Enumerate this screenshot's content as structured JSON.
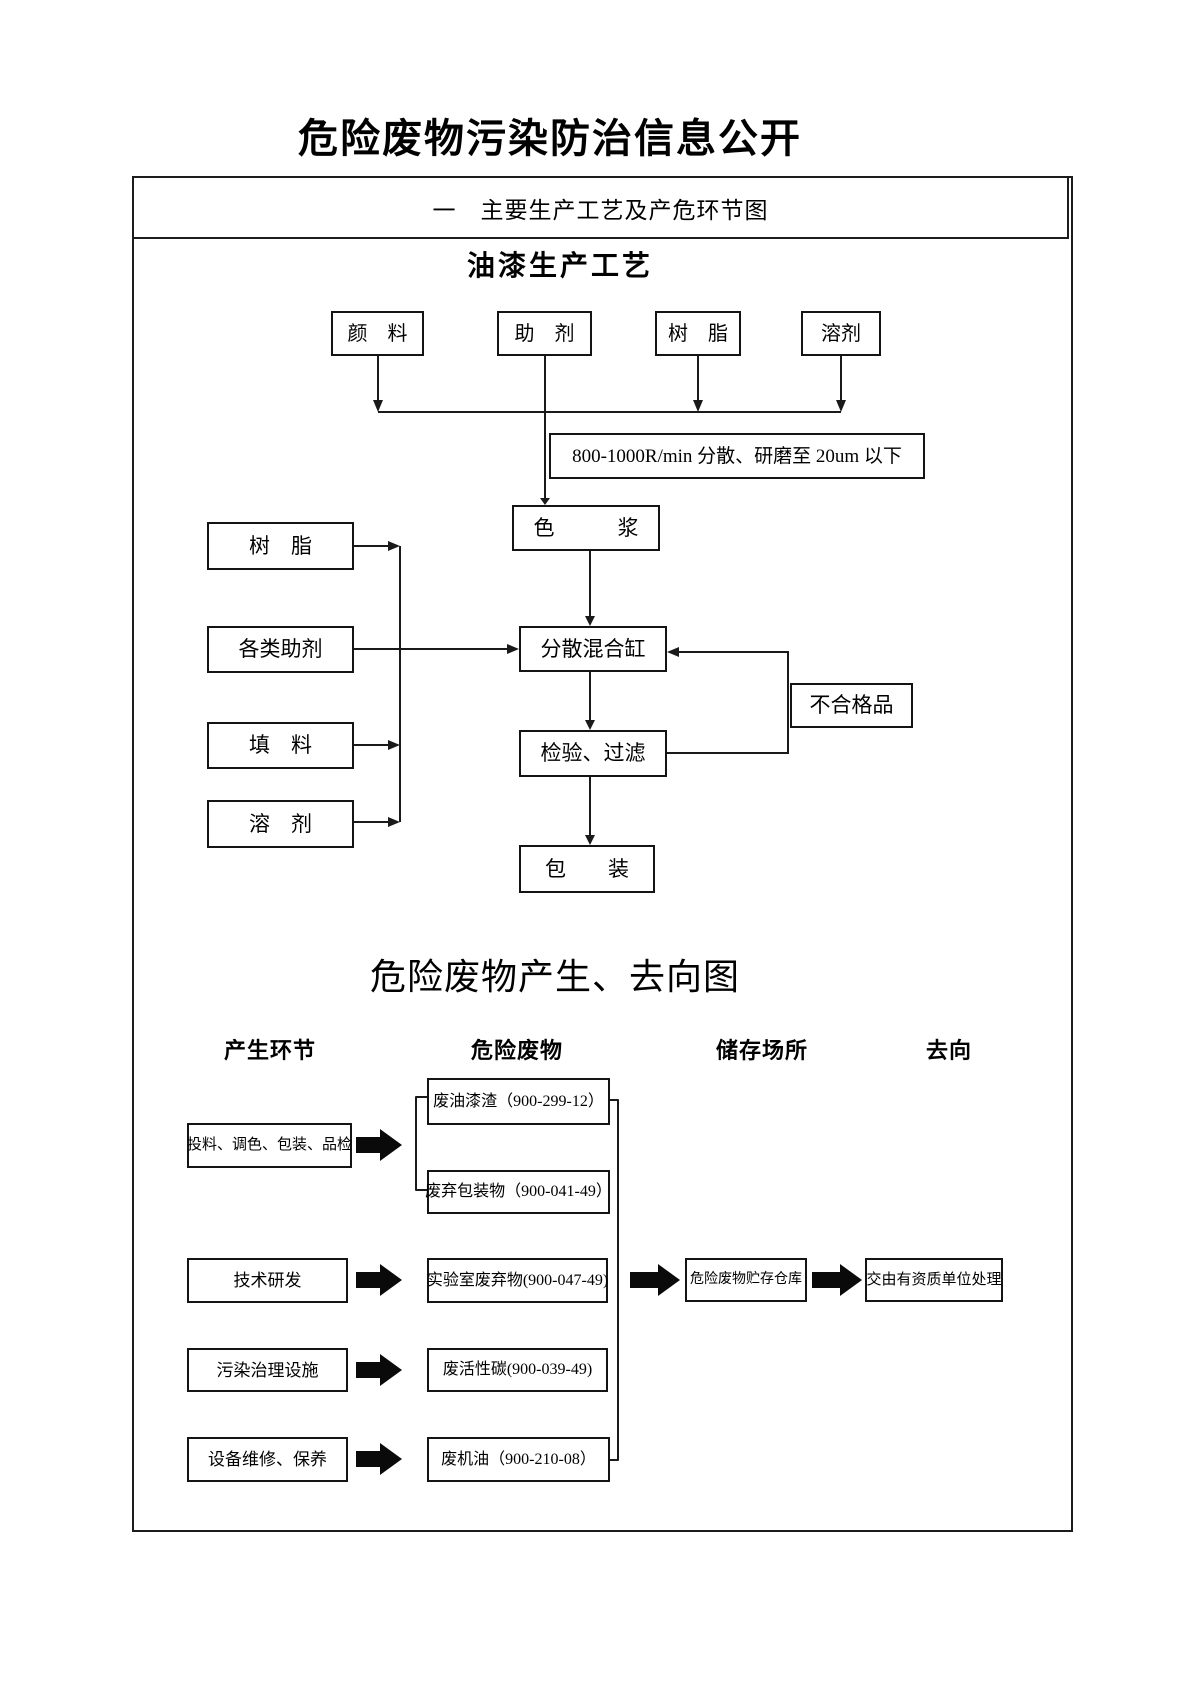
{
  "page": {
    "title": "危险废物污染防治信息公开",
    "section_header": "一　主要生产工艺及产危环节图"
  },
  "process_flow": {
    "title": "油漆生产工艺",
    "inputs_top": [
      "颜　料",
      "助　剂",
      "树　脂",
      "溶剂"
    ],
    "grind_note": "800-1000R/min 分散、研磨至 20um 以下",
    "left_inputs": [
      "树　脂",
      "各类助剂",
      "填　料",
      "溶　剂"
    ],
    "steps": [
      "色　　　浆",
      "分散混合缸",
      "检验、过滤",
      "包　　装"
    ],
    "reject_label": "不合格品"
  },
  "waste_flow": {
    "title": "危险废物产生、去向图",
    "column_headers": [
      "产生环节",
      "危险废物",
      "储存场所",
      "去向"
    ],
    "rows": [
      {
        "source": "投料、调色、包装、品检",
        "wastes": [
          "废油漆渣（900-299-12）",
          "废弃包装物（900-041-49）"
        ]
      },
      {
        "source": "技术研发",
        "wastes": [
          "实验室废弃物(900-047-49)"
        ]
      },
      {
        "source": "污染治理设施",
        "wastes": [
          "废活性碳(900-039-49)"
        ]
      },
      {
        "source": "设备维修、保养",
        "wastes": [
          "废机油（900-210-08）"
        ]
      }
    ],
    "storage_label": "危险废物贮存仓库",
    "disposal_label": "交由有资质单位处理"
  },
  "colors": {
    "ink": "#1a1a1a",
    "background": "#ffffff"
  }
}
